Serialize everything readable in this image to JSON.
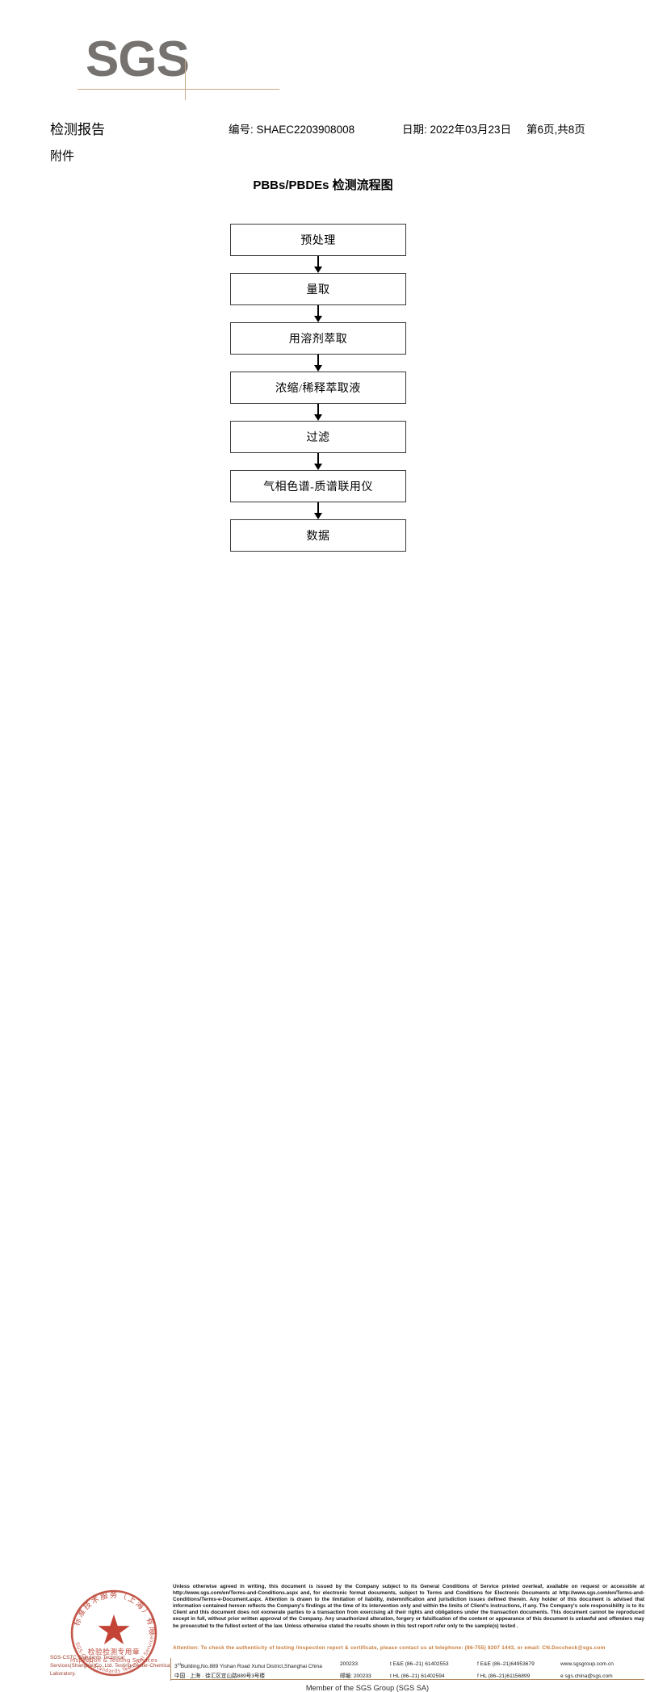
{
  "logo": {
    "text": "SGS"
  },
  "header": {
    "report_title": "检测报告",
    "report_no": "编号: SHAEC2203908008",
    "date": "日期: 2022年03月23日",
    "page": "第6页,共8页",
    "attachment": "附件"
  },
  "flowchart": {
    "title": "PBBs/PBDEs 检测流程图",
    "type": "flow",
    "steps": [
      {
        "label": "预处理"
      },
      {
        "label": "量取"
      },
      {
        "label": "用溶剂萃取"
      },
      {
        "label": "浓缩/稀释萃取液"
      },
      {
        "label": "过滤"
      },
      {
        "label": "气相色谱-质谱联用仪"
      },
      {
        "label": "数据"
      }
    ]
  },
  "seal": {
    "ring_text": "标准技术服务（上海）有限公司",
    "line1": "检验检测专用章",
    "line2": "Inspection & Testing Services",
    "arc_bottom": "SGS-CSTC Standards Technical Services",
    "caption": "SGS-CSTC Standards Technical Services(Shanghai)Co.,Ltd. Testing Center-Chemical Laboratory.",
    "color": "#b93b2c"
  },
  "footer": {
    "disclaimer": "Unless otherwise agreed in writing, this document is issued by the Company subject to its General Conditions of Service printed overleaf, available on request or accessible at http://www.sgs.com/en/Terms-and-Conditions.aspx and, for electronic format documents, subject to Terms and Conditions for Electronic Documents at http://www.sgs.com/en/Terms-and-Conditions/Terms-e-Document.aspx. Attention is drawn to the limitation of liability, indemnification and jurisdiction issues defined therein. Any holder of this document is advised that information contained hereon reflects the Company's findings at the time of its intervention only and within the limits of Client's instructions, if any. The Company's sole responsibility is to its Client and this document does not exonerate parties to a transaction from exercising all their rights and obligations under the transaction documents. This document cannot be reproduced except in full, without prior written approval of the Company. Any unauthorized alteration, forgery or falsification of the content or appearance of this document is unlawful and offenders may be prosecuted to the fullest extent of the law. Unless otherwise stated the results shown in this test report refer only to the sample(s) tested .",
    "attention": "Attention: To check the authenticity of testing /inspection report & certificate, please contact us at telephone: (86-755) 8307 1443, or email: CN.Doccheck@sgs.com",
    "address_en": "Building,No.889 Yishan Road Xuhui District,Shanghai China",
    "address_en_prefix": "3",
    "address_en_sup": "rd",
    "address_cn": "中国 · 上海 · 徐汇区宜山路889号3号楼",
    "zip_en": "200233",
    "zip_cn": "邮编: 200233",
    "tel_en_1": "t E&E (86–21) 61402553",
    "tel_en_2": "f E&E (86–21)64953679",
    "tel_cn_1": "t HL (86–21) 61402594",
    "tel_cn_2": "f HL (86–21)61156899",
    "web": "www.sgsgroup.com.cn",
    "email": "e  sgs.china@sgs.com",
    "member": "Member of the SGS Group (SGS SA)",
    "accent_color": "#c87b3a"
  }
}
